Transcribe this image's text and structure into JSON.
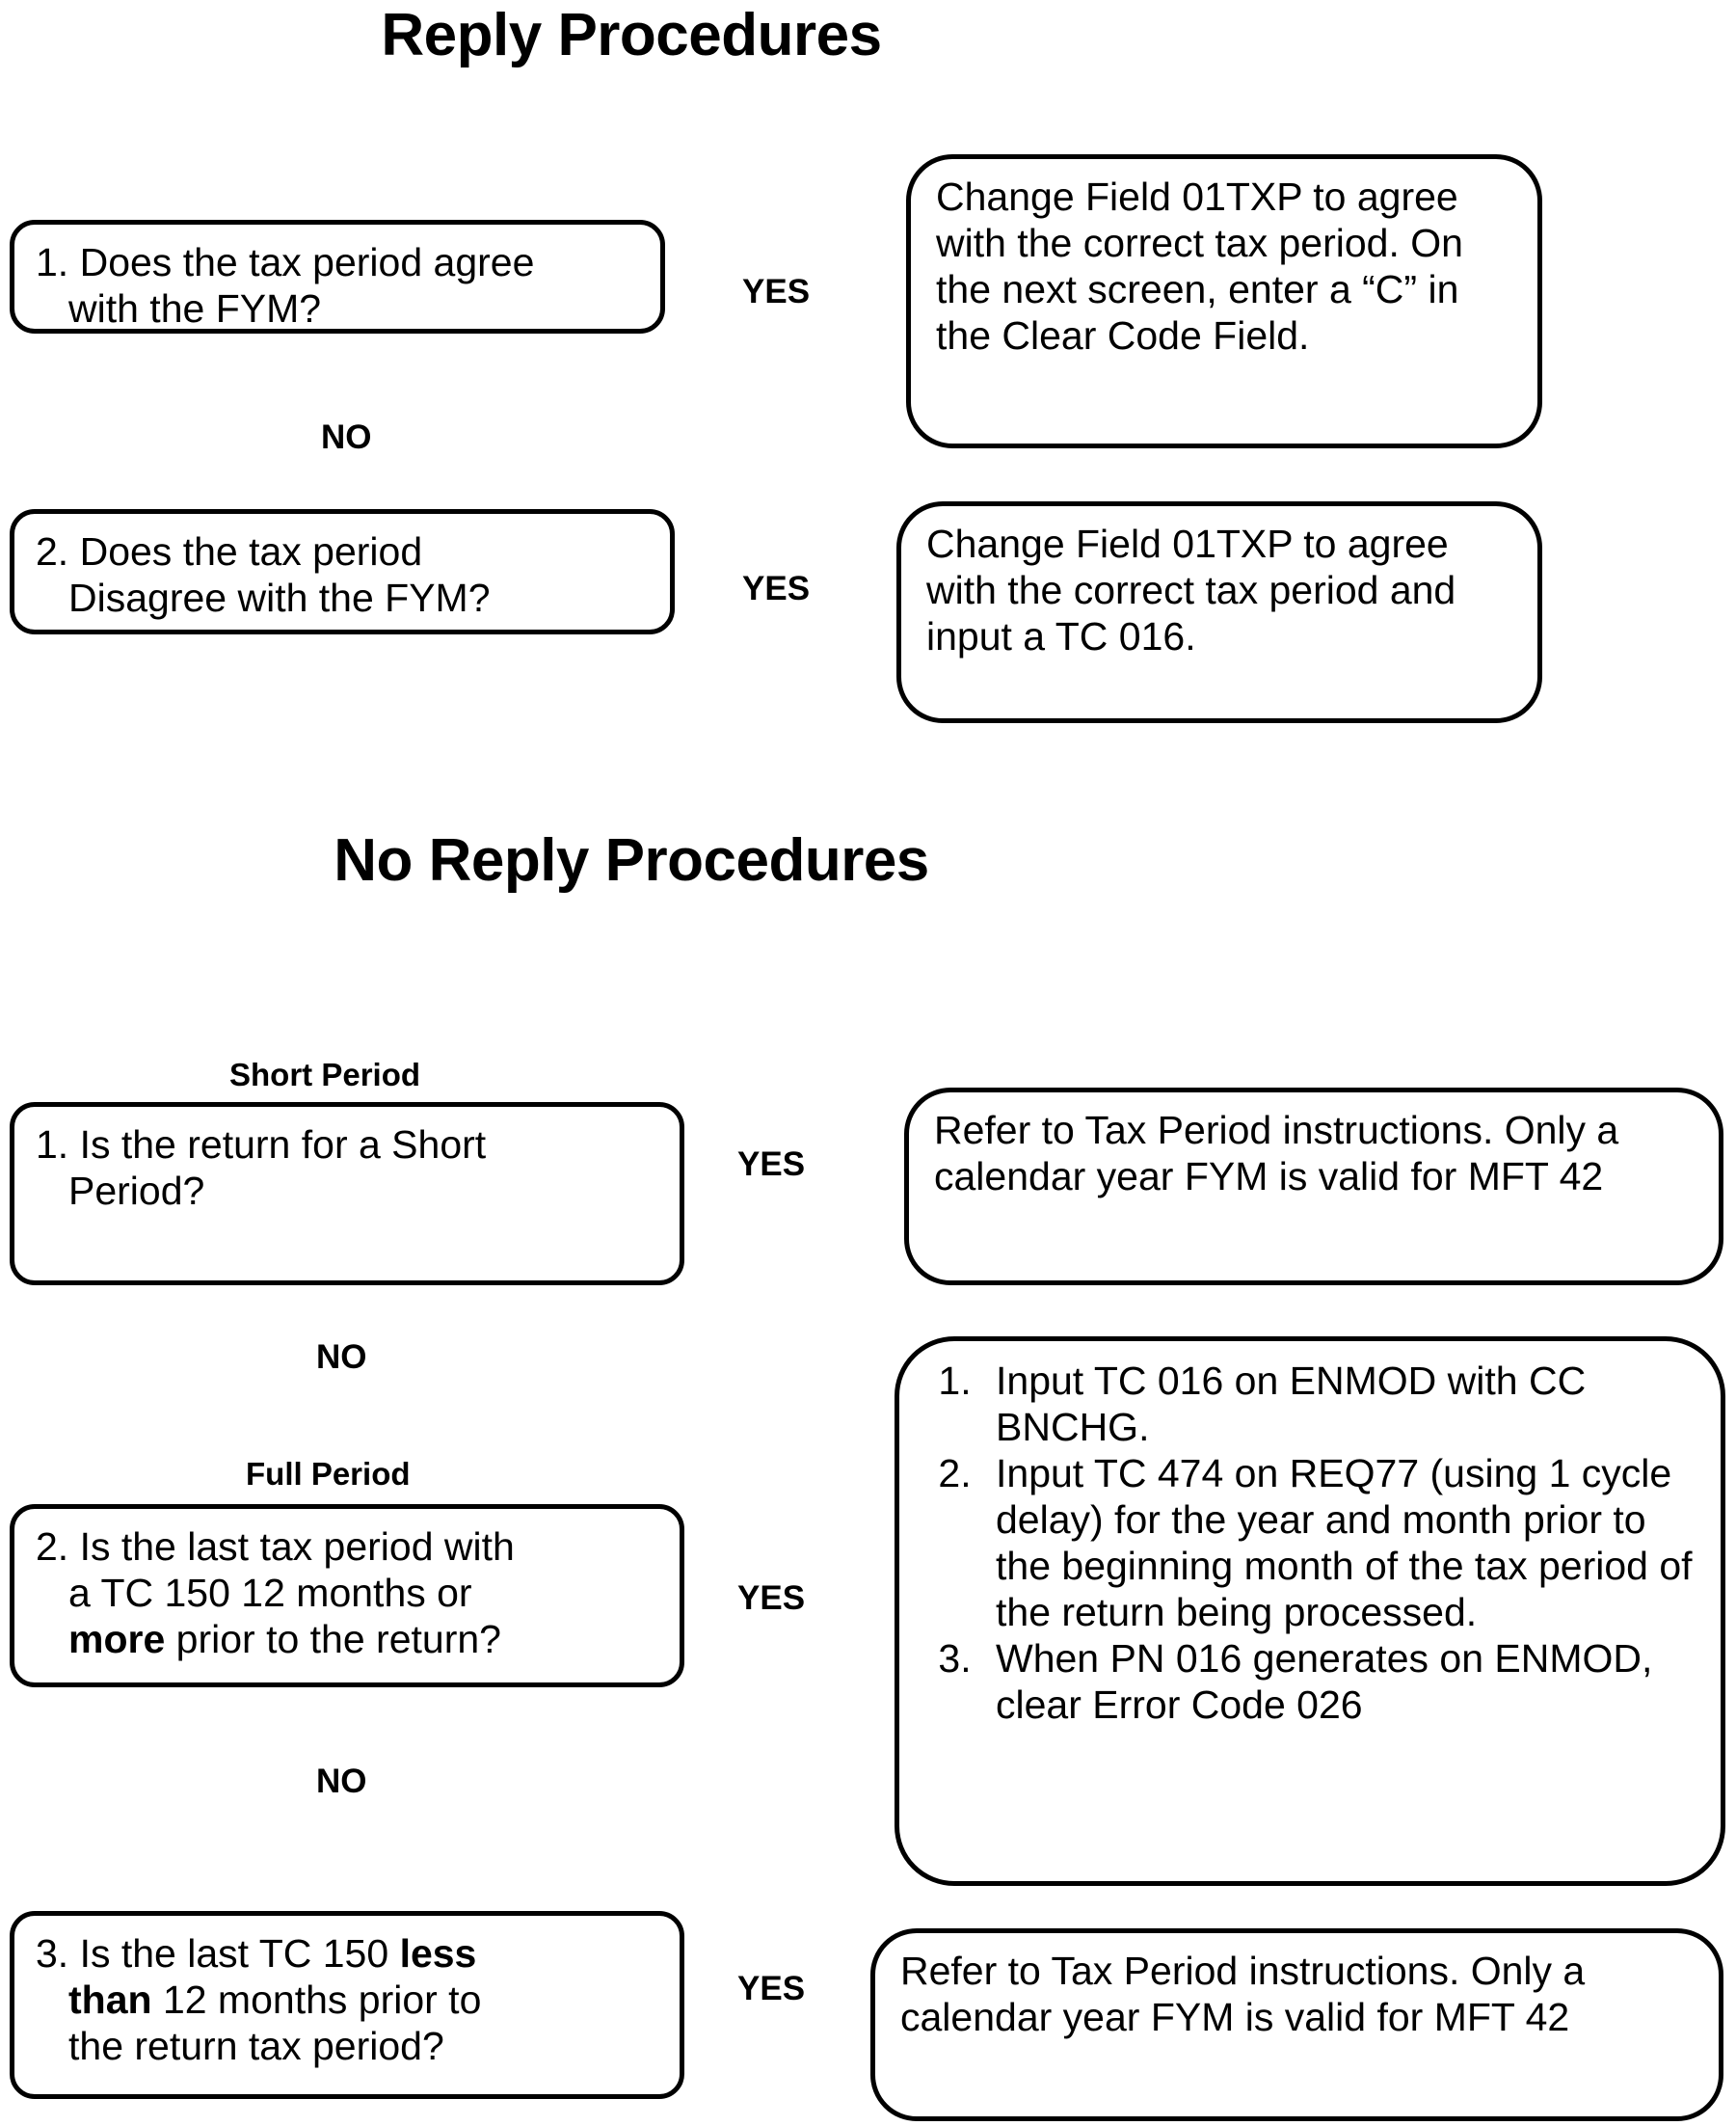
{
  "sections": [
    {
      "id": "reply",
      "title": "Reply Procedures",
      "steps": [
        {
          "question": "1. Does the tax period agree\n     with the FYM?",
          "branch_label_yes": "YES",
          "branch_label_no": "NO",
          "action": "Change Field 01TXP to agree with the correct tax period. On the next screen, enter a “C” in the Clear Code Field."
        },
        {
          "question": "2. Does the tax period\n     Disagree with the FYM?",
          "branch_label_yes": "YES",
          "action": "Change Field 01TXP to agree with the correct tax period and input a TC 016."
        }
      ]
    },
    {
      "id": "no-reply",
      "title": "No Reply Procedures",
      "steps": [
        {
          "heading": "Short Period",
          "question": "1. Is the return for a Short\n     Period?",
          "branch_label_yes": "YES",
          "branch_label_no": "NO",
          "action": "Refer to Tax Period instructions. Only a calendar year FYM is valid for MFT 42"
        },
        {
          "heading": "Full Period",
          "question_prefix": "2. Is the last tax period with\n     a TC 150 12 months or\n     ",
          "question_bold": "more",
          "question_suffix": " prior to the return?",
          "branch_label_yes": "YES",
          "branch_label_no": "NO",
          "action_list": [
            "Input TC 016 on ENMOD with CC BNCHG.",
            "Input TC 474 on REQ77 (using 1 cycle delay) for the year and month prior to the beginning month of the tax period of the return being processed.",
            "When PN 016 generates on ENMOD, clear Error Code 026"
          ]
        },
        {
          "question_prefix": "3. Is the last TC 150 ",
          "question_bold": "less\n     than",
          "question_suffix": " 12 months prior to\n     the return tax period?",
          "branch_label_yes": "YES",
          "action": "Refer to Tax Period instructions. Only a calendar year FYM is valid for MFT 42"
        }
      ]
    }
  ],
  "colors": {
    "ink": "#000000",
    "paper": "#ffffff"
  }
}
